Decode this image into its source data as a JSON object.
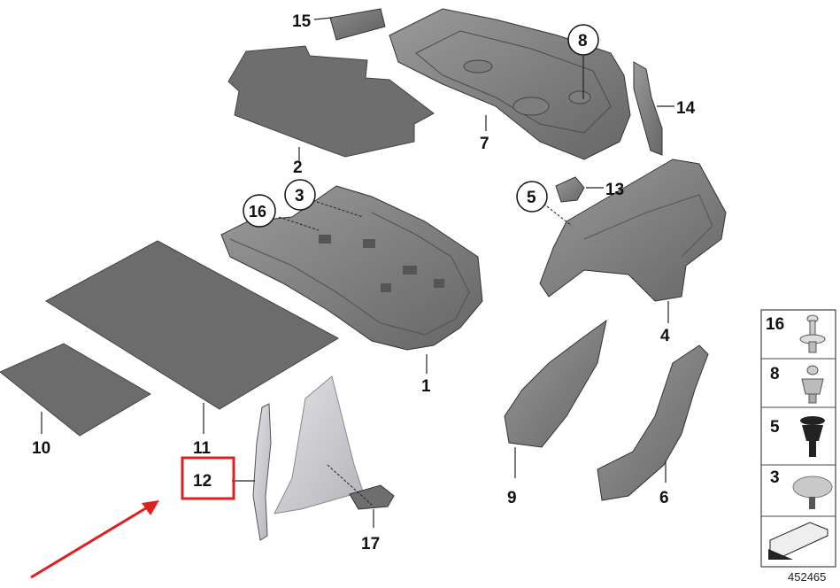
{
  "callouts": {
    "c1": "1",
    "c2": "2",
    "c3": "3",
    "c4": "4",
    "c5": "5",
    "c6": "6",
    "c7": "7",
    "c8": "8",
    "c9": "9",
    "c10": "10",
    "c11": "11",
    "c12": "12",
    "c13": "13",
    "c14": "14",
    "c15": "15",
    "c16": "16",
    "c17": "17"
  },
  "legend": {
    "items": [
      {
        "label": "16",
        "icon": "push-rivet-icon"
      },
      {
        "label": "8",
        "icon": "expanding-rivet-icon"
      },
      {
        "label": "5",
        "icon": "fir-tree-clip-icon"
      },
      {
        "label": "3",
        "icon": "mushroom-clip-icon"
      }
    ],
    "footer_icon": "arrow-direction-icon"
  },
  "catalog_number": "452465",
  "highlight": {
    "label": "12",
    "box_color": "#e02020",
    "arrow_color": "#e02020"
  },
  "colors": {
    "part_dark": "#6f6f6f",
    "part_mid": "#8a8a8a",
    "part_light": "#cfcfd4",
    "outline": "#2a2a2a"
  }
}
